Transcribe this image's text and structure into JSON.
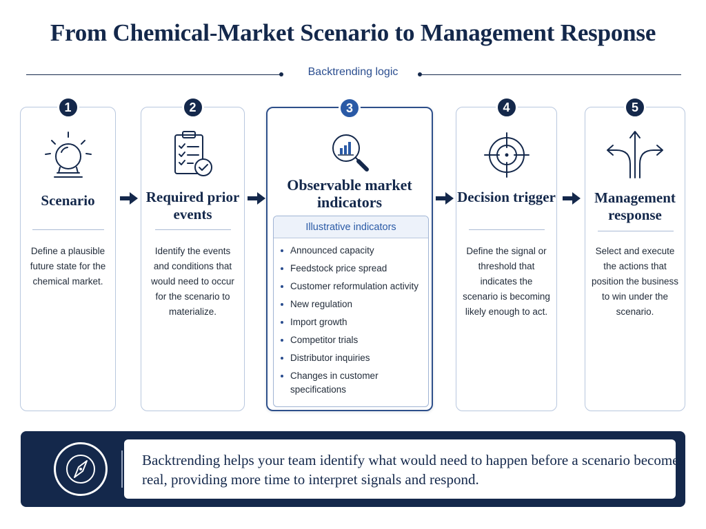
{
  "title": "From Chemical-Market Scenario to Management Response",
  "subtitle": "Backtrending logic",
  "steps": [
    {
      "number": "1",
      "title": "Scenario",
      "description": "Define a plausible future state for the chemical market."
    },
    {
      "number": "2",
      "title": "Required prior events",
      "description": "Identify the events and conditions that would need to occur for the scenario to materialize."
    },
    {
      "number": "3",
      "title": "Observable market indicators",
      "indicators_title": "Illustrative indicators",
      "indicators": [
        "Announced capacity",
        "Feedstock price spread",
        "Customer reformulation activity",
        "New regulation",
        "Import growth",
        "Competitor trials",
        "Distributor inquiries",
        "Changes in customer specifications"
      ]
    },
    {
      "number": "4",
      "title": "Decision trigger",
      "description": "Define the signal or threshold that indicates the scenario is becoming likely enough to act."
    },
    {
      "number": "5",
      "title": "Management response",
      "description": "Select and execute the actions that position the business to win under the scenario."
    }
  ],
  "banner": {
    "lead": "Backtrending",
    "text": " helps your team identify what would need to happen before a scenario becomes real, providing more time to interpret signals and respond."
  },
  "colors": {
    "navy": "#14284b",
    "accent_blue": "#2a5aa6",
    "border": "#b8c7de"
  },
  "icons": [
    "crystal-ball-icon",
    "checklist-icon",
    "magnifier-chart-icon",
    "target-icon",
    "branching-arrows-icon",
    "compass-icon"
  ]
}
